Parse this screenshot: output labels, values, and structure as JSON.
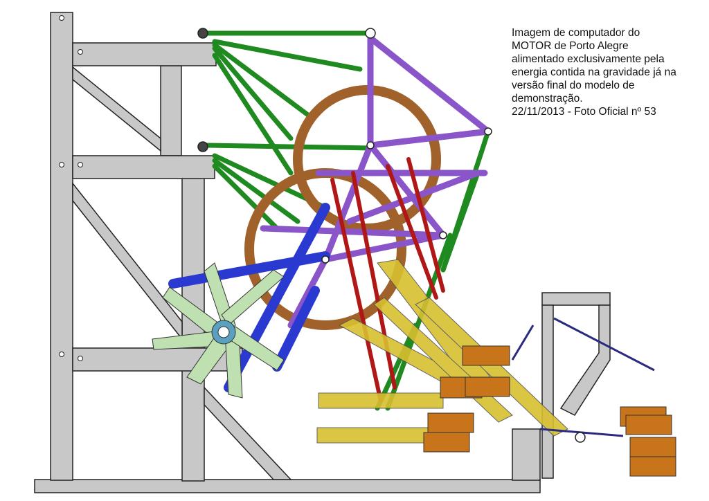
{
  "caption": {
    "lines": [
      "Imagem de computador do",
      "MOTOR de Porto Alegre",
      "alimentado exclusivamente pela",
      "energia contida na gravidade já na",
      "versão final do modelo de",
      "demonstração.",
      "22/11/2013 - Foto Oficial nº 53"
    ]
  },
  "colors": {
    "frame": "#c8c8c8",
    "green": "#1f8a1f",
    "purple": "#8a55c8",
    "brown": "#a0622a",
    "red": "#b01818",
    "blue": "#2a3ad0",
    "light_green": "#bfe0b0",
    "yellow": "#d8c030",
    "orange": "#c8741a"
  }
}
